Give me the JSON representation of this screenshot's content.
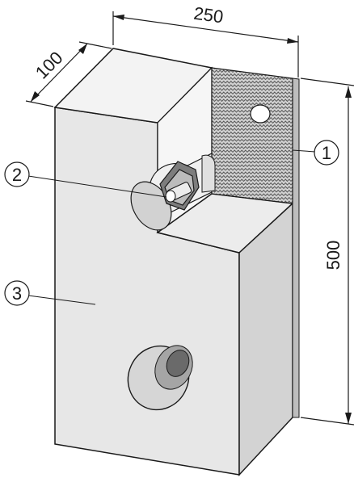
{
  "dimensions": {
    "width": "250",
    "depth": "100",
    "height": "500"
  },
  "callouts": [
    {
      "number": "1"
    },
    {
      "number": "2"
    },
    {
      "number": "3"
    }
  ],
  "colors": {
    "block_front": "#e9e9e9",
    "block_side": "#cfcfcf",
    "block_top": "#f4f4f4",
    "hole_dark": "#6a6a6a",
    "insulation": "#d0d0d0",
    "outline": "#1a1a1a"
  }
}
